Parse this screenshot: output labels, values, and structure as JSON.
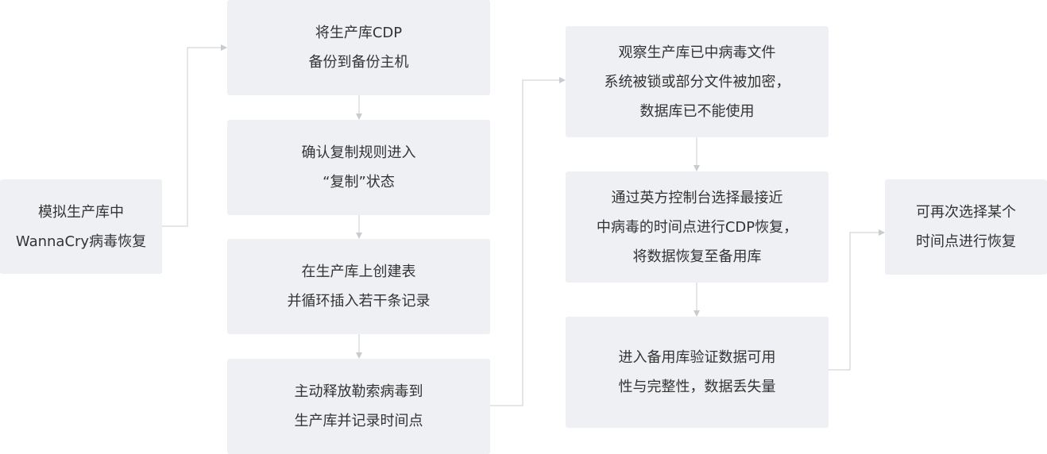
{
  "nodes": {
    "start": {
      "lines": [
        "模拟生产库中",
        "WannaCry病毒恢复"
      ]
    },
    "step1": {
      "lines": [
        "将生产库CDP",
        "备份到备份主机"
      ]
    },
    "step2": {
      "lines": [
        "确认复制规则进入",
        "“复制”状态"
      ]
    },
    "step3": {
      "lines": [
        "在生产库上创建表",
        "并循环插入若干条记录"
      ]
    },
    "step4": {
      "lines": [
        "主动释放勒索病毒到",
        "生产库并记录时间点"
      ]
    },
    "step5": {
      "lines": [
        "观察生产库已中病毒文件",
        "系统被锁或部分文件被加密，",
        "数据库已不能使用"
      ]
    },
    "step6": {
      "lines": [
        "通过英方控制台选择最接近",
        "中病毒的时间点进行CDP恢复，",
        "将数据恢复至备用库"
      ]
    },
    "step7": {
      "lines": [
        "进入备用库验证数据可用",
        "性与完整性，数据丢失量"
      ]
    },
    "end": {
      "lines": [
        "可再次选择某个",
        "时间点进行恢复"
      ]
    }
  },
  "colors": {
    "box_fill": "#eef0f3",
    "text": "#333333",
    "connector": "#c8ccd1"
  }
}
